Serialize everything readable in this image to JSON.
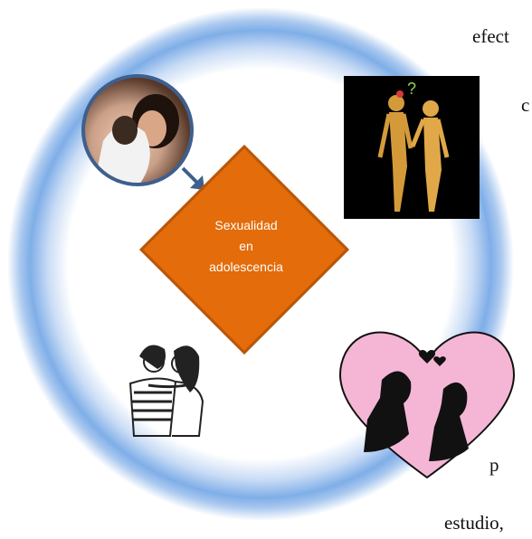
{
  "diagram": {
    "center_label_lines": [
      "Sexualidad",
      "en",
      "adolescencia"
    ],
    "images": [
      "couple-hug-photo",
      "adam-eve-illustration",
      "couple-heart-silhouette",
      "couple-sketch"
    ]
  },
  "text_fragments": {
    "top": "efect",
    "right_mid": "c",
    "bottom_right": "p",
    "bottom": "estudio,"
  },
  "colors": {
    "diamond": "#e46c0a",
    "ring": "#7faee8",
    "heart": "#f5b6d6"
  }
}
